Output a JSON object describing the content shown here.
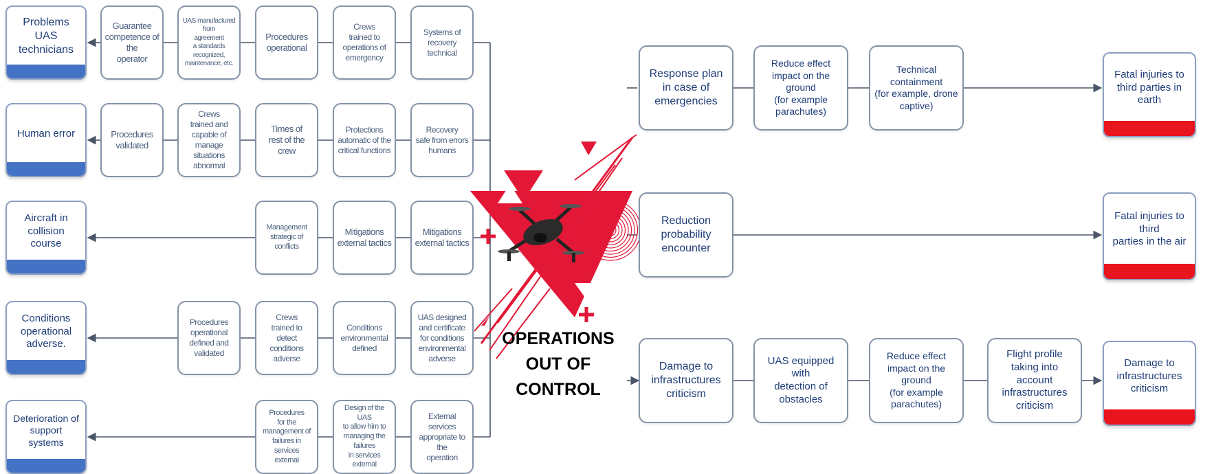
{
  "center": {
    "title": "OPERATIONS\nOUT OF\nCONTROL"
  },
  "colors": {
    "threat_band": "#4472c4",
    "consequence_band": "#e8141e",
    "brand_red": "#e31837",
    "connector": "#4a5568"
  },
  "threats": [
    {
      "label": "Problems\nUAS technicians"
    },
    {
      "label": "Human error"
    },
    {
      "label": "Aircraft in\ncollision course"
    },
    {
      "label": "Conditions\noperational\nadverse."
    },
    {
      "label": "Deterioration of\nsupport systems"
    }
  ],
  "controls": [
    [
      "Guarantee\ncompetence of the\noperator",
      "UAS manufactured from\nagreement\na standards\nrecognized,\nmaintenance, etc.",
      "Procedures\noperational",
      "Crews\ntrained to\noperations of\nemergency",
      "Systems of\nrecovery\ntechnical"
    ],
    [
      "Procedures\nvalidated",
      "Crews\ntrained and\ncapable of\nmanage\nsituations\nabnormal",
      "Times of\nrest of the\ncrew",
      "Protections\nautomatic of the\ncritical functions",
      "Recovery\nsafe from errors\nhumans"
    ],
    [
      "Management\nstrategic of\nconflicts",
      "Mitigations\nexternal tactics",
      "Mitigations\nexternal tactics"
    ],
    [
      "Procedures\noperational\ndefined and\nvalidated",
      "Crews\ntrained to\ndetect\nconditions\nadverse",
      "Conditions\nenvironmental\ndefined",
      "UAS designed\nand certificate\nfor conditions\nenvironmental\nadverse"
    ],
    [
      "Procedures\nfor the management of\nfailures in services\nexternal",
      "Design of the UAS\nto allow him to\nmanaging the failures\nin services\nexternal",
      "External services\nappropriate to the\noperation"
    ]
  ],
  "recovery": [
    [
      "Response plan\nin case of emergencies",
      "Reduce effect\nimpact on the ground\n(for example\nparachutes)",
      "Technical containment\n(for example, drone\ncaptive)"
    ],
    [
      "Reduction\nprobability\nencounter"
    ],
    [
      "Damage to\ninfrastructures\ncriticism",
      "UAS equipped with\ndetection of\nobstacles",
      "Reduce effect\nimpact on the ground\n(for example\nparachutes)",
      "Flight profile\ntaking into account\ninfrastructures\ncriticism"
    ]
  ],
  "consequences": [
    {
      "label": "Fatal injuries to\nthird parties in\nearth"
    },
    {
      "label": "Fatal injuries to third\nparties in the air"
    },
    {
      "label": "Damage to\ninfrastructures\ncriticism"
    }
  ]
}
